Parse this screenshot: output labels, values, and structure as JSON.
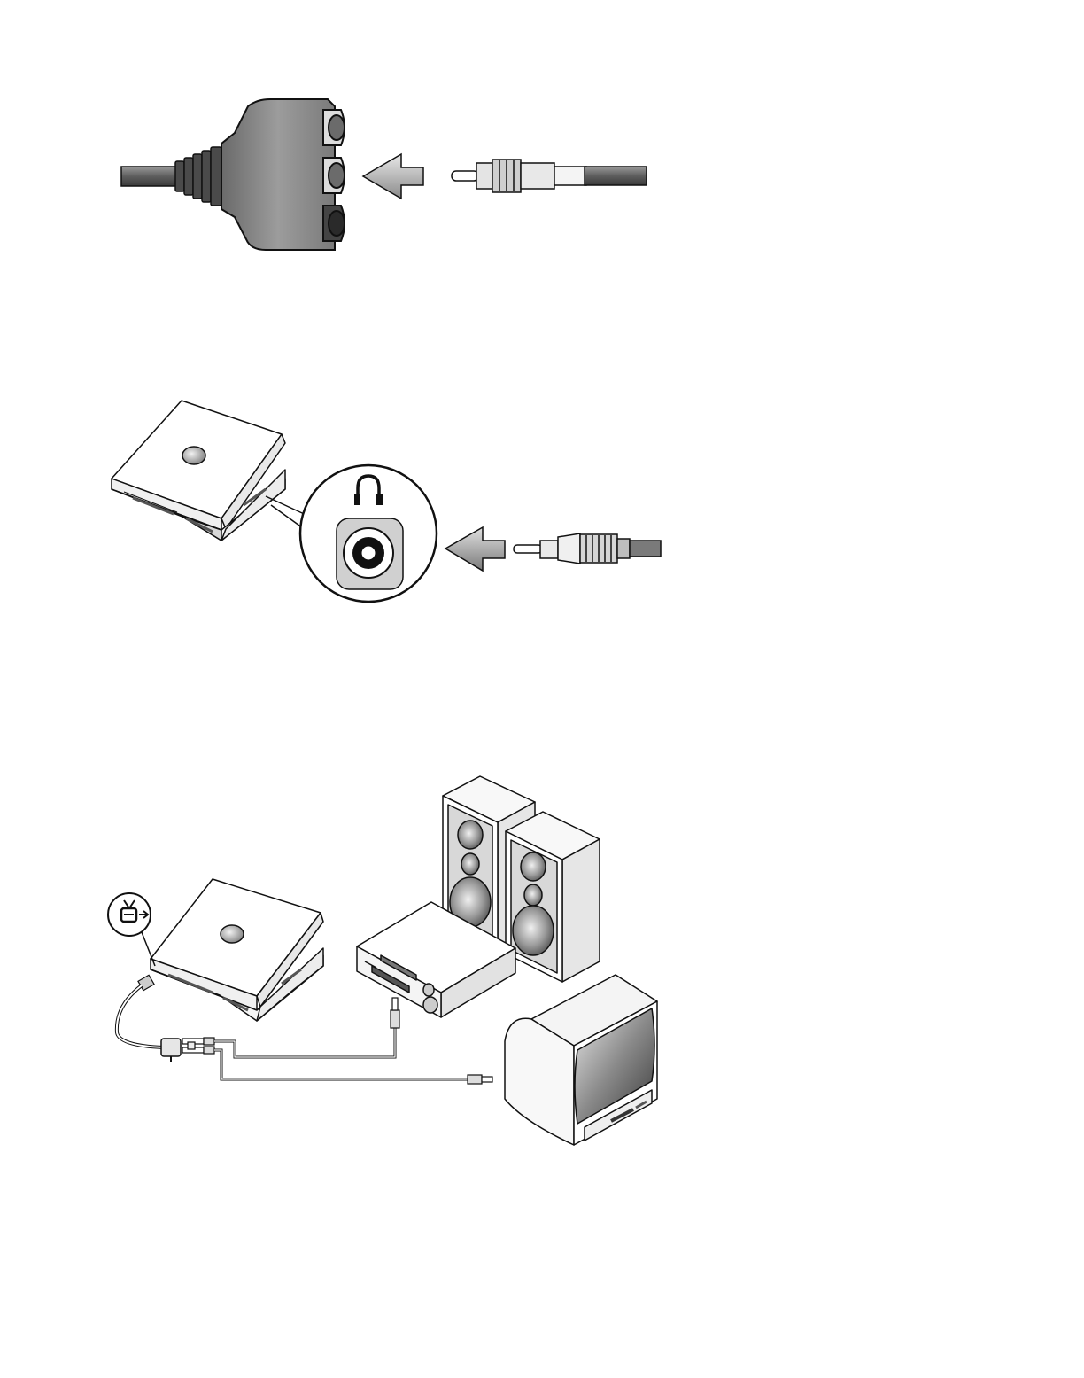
{
  "figures": [
    {
      "name": "figure-1-rca-adapter",
      "components": [
        "cable",
        "strain-relief",
        "adapter-housing",
        "rca-jack-top",
        "rca-jack-middle",
        "rca-jack-bottom",
        "insert-arrow",
        "rca-plug",
        "plug-cable"
      ]
    },
    {
      "name": "figure-2-headphone-connector",
      "components": [
        "notebook-computer",
        "callout-circle",
        "headphone-icon",
        "audio-jack",
        "insert-arrow",
        "mini-plug",
        "plug-cable"
      ]
    },
    {
      "name": "figure-3-tv-audio-setup",
      "components": [
        "tv-out-icon",
        "notebook-computer",
        "s-video-adapter-cable",
        "rca-plugs",
        "stereo-receiver",
        "speaker-left",
        "speaker-right",
        "television",
        "audio-cable",
        "video-cable"
      ]
    }
  ],
  "colors": {
    "ink": "#111111",
    "dark_gray": "#555555",
    "mid_gray": "#8a8a8a",
    "light_gray": "#d8d8d8",
    "white": "#ffffff"
  },
  "icons": [
    "arrow-left-icon",
    "headphone-icon",
    "tv-out-icon"
  ]
}
